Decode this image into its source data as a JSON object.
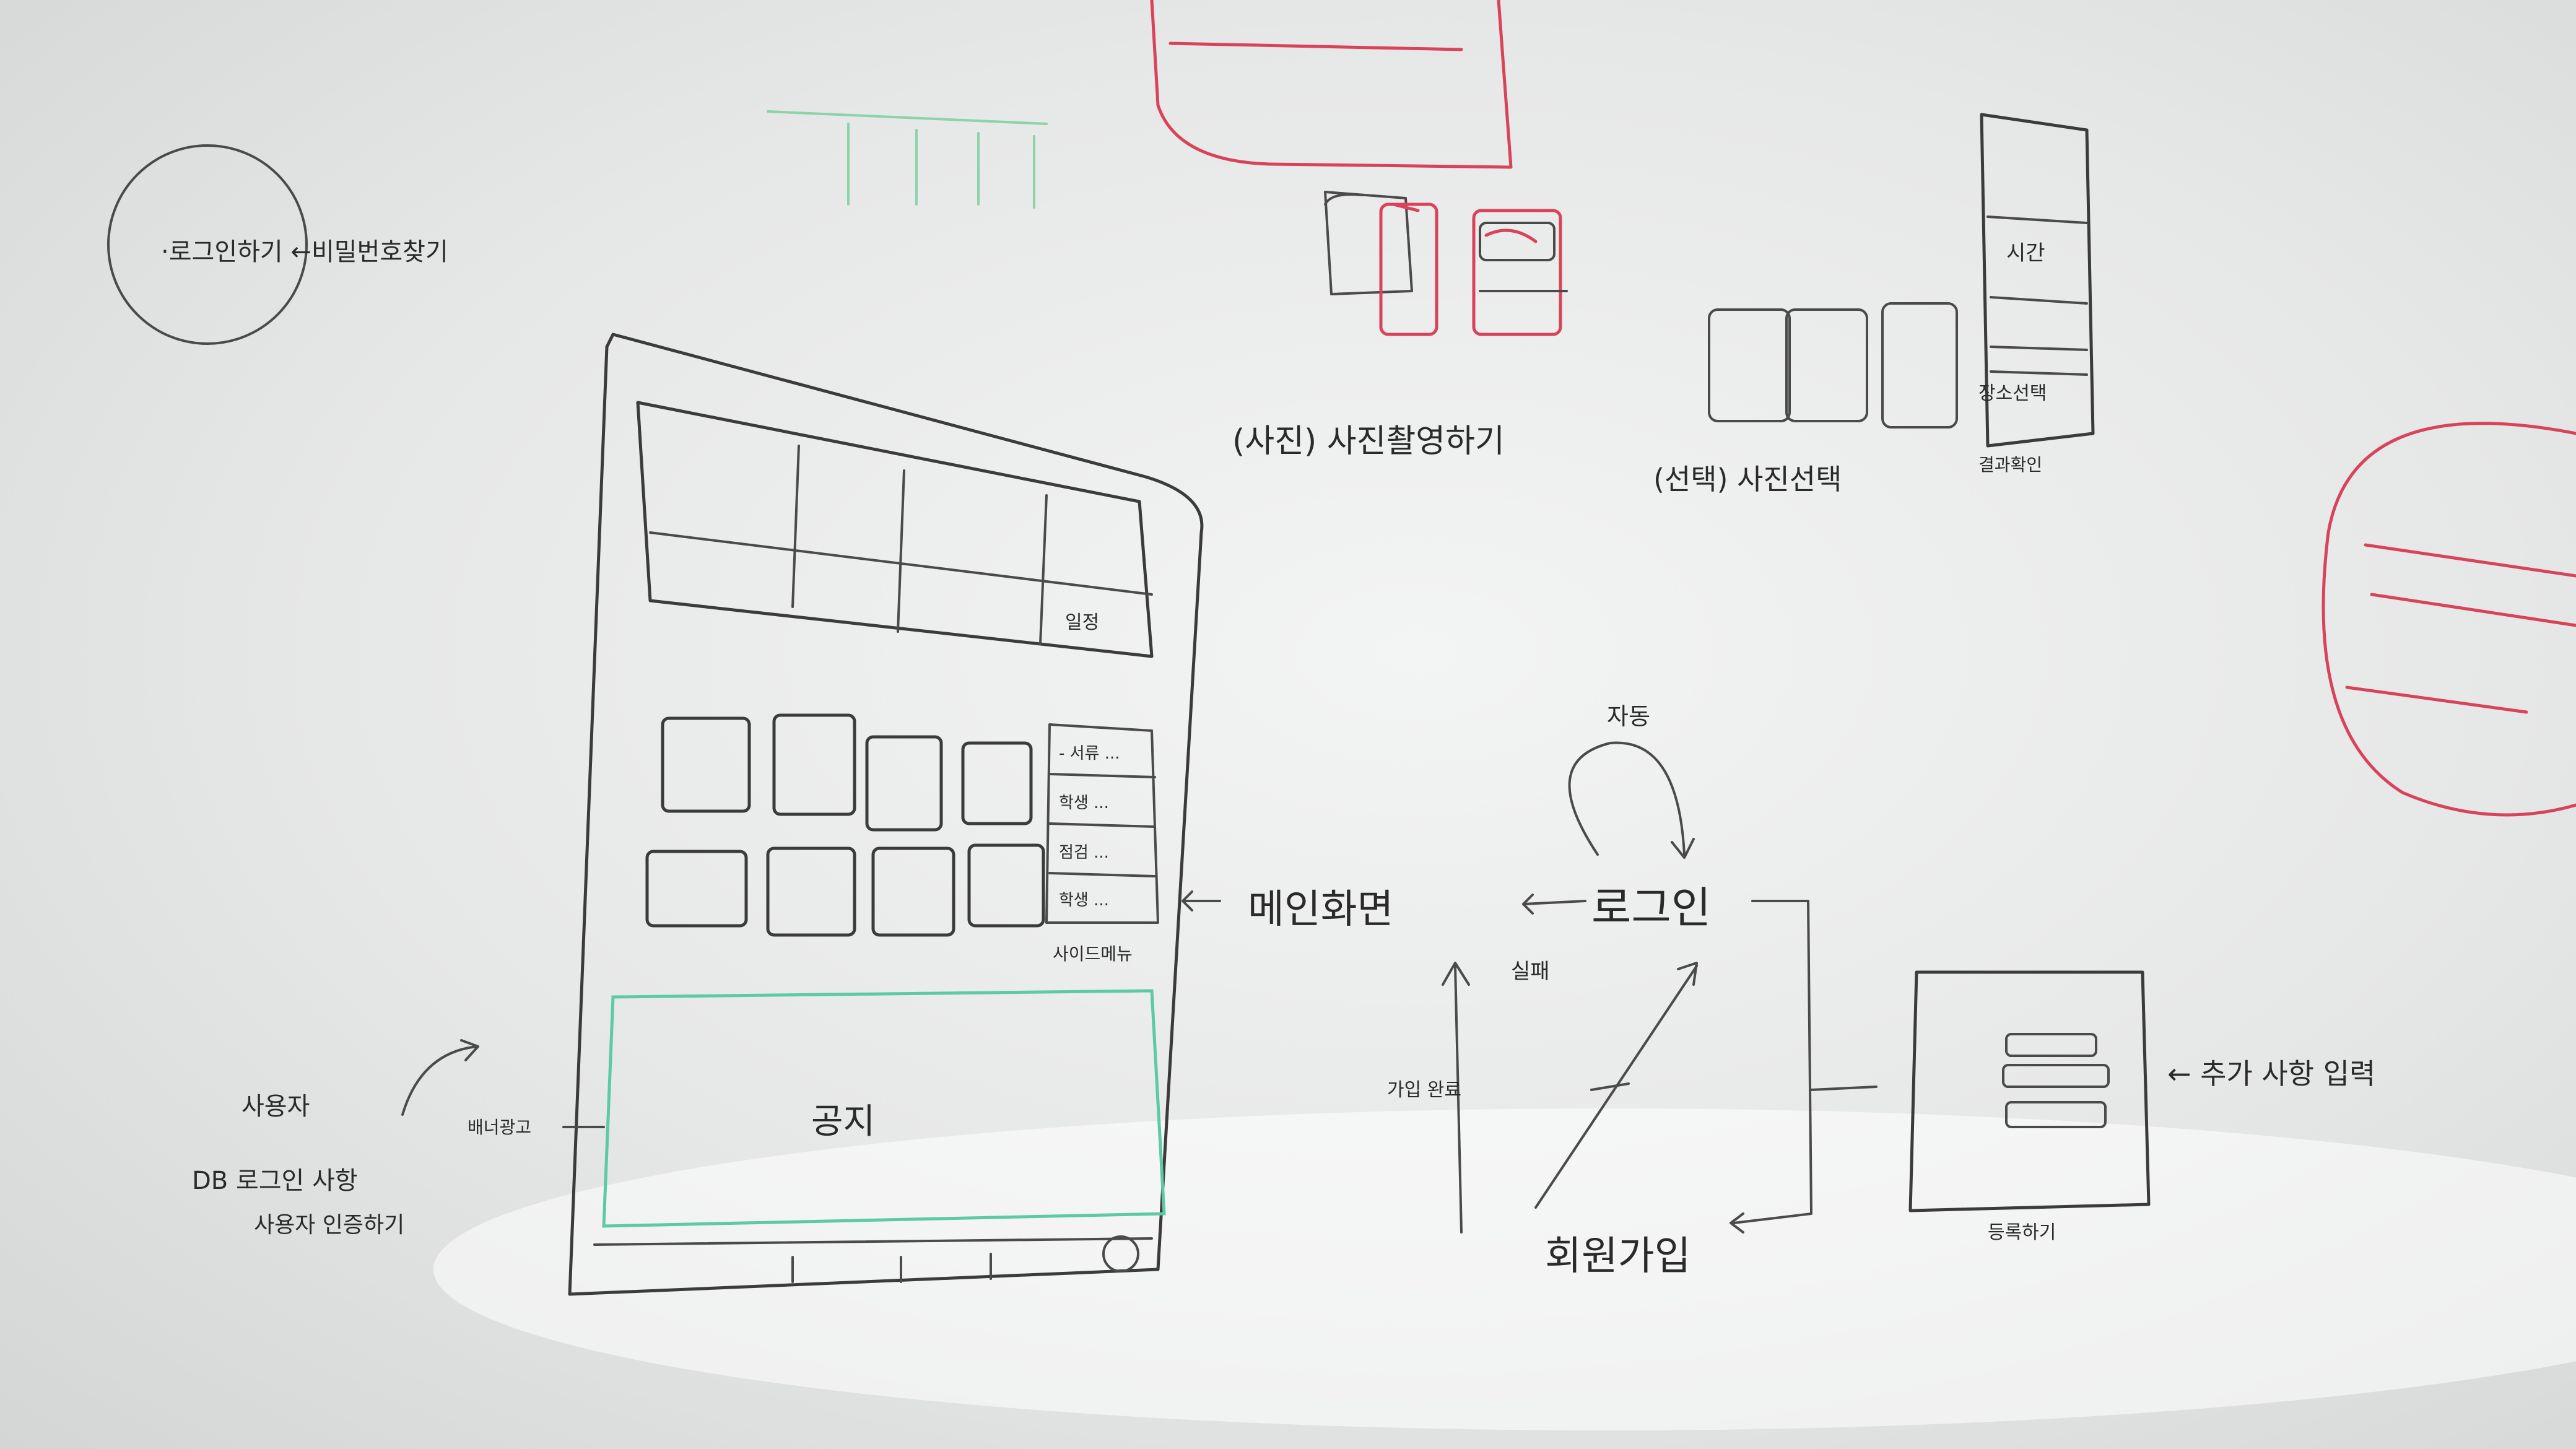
{
  "sketch": {
    "tablet": {
      "main_label": "메인화면",
      "grid_cell_note": "일정",
      "list_items": [
        "- 서류 ...",
        "학생 ...",
        "점검 ...",
        "학생 ..."
      ],
      "list_caption": "사이드메뉴",
      "panel_text": "공지",
      "pointer_label": "배너광고"
    },
    "left_notes": {
      "circle_text": "·로그인하기 ←비밀번호찾기",
      "db_arrow_label": "사용자",
      "db_line1": "DB 로그인 사항",
      "db_line2": "사용자 인증하기"
    },
    "flow": {
      "node_left": "메인화면",
      "node_right": "로그인",
      "node_bottom": "회원가입",
      "loop_label": "자동",
      "side_label_left": "가입\n완료",
      "side_label_mid": "실패"
    },
    "top_sketches": {
      "red_note": "(사진) 사진촬영하기",
      "gray_note": "(선택) 사진선택",
      "column_labels": [
        "시간",
        "장소선택",
        "결과확인"
      ]
    },
    "form_box": {
      "arrow_label": "← 추가 사항 입력",
      "caption": "등록하기"
    }
  }
}
